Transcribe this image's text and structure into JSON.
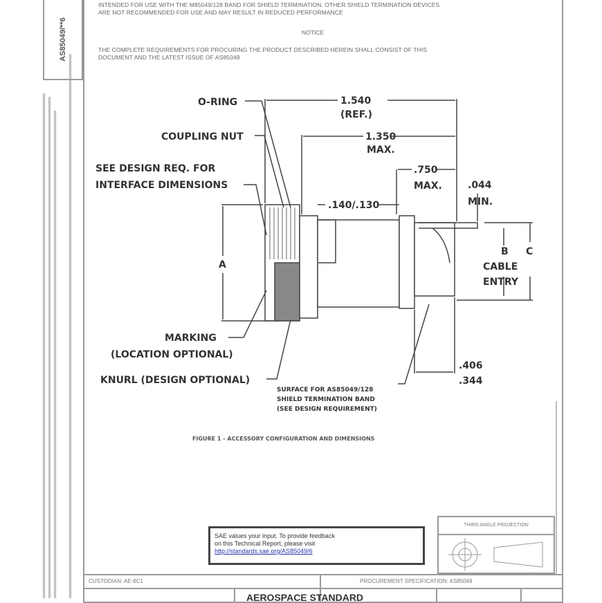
{
  "document_number": "AS85049/**6",
  "intro_lines": [
    "INTENDED FOR USE WITH THE M85049/128 BAND FOR SHIELD TERMINATION. OTHER SHIELD TERMINATION DEVICES",
    "ARE NOT RECOMMENDED FOR USE AND MAY RESULT IN REDUCED PERFORMANCE"
  ],
  "notice_heading": "NOTICE",
  "notice_lines": [
    "THE COMPLETE REQUIREMENTS FOR PROCURING THE PRODUCT DESCRIBED HEREIN SHALL CONSIST OF THIS",
    "DOCUMENT AND THE LATEST ISSUE OF AS85049"
  ],
  "drawing": {
    "labels": {
      "o_ring": "O-RING",
      "coupling_nut": "COUPLING NUT",
      "see_design_1": "SEE DESIGN REQ. FOR",
      "see_design_2": "INTERFACE DIMENSIONS",
      "marking_1": "MARKING",
      "marking_2": "(LOCATION OPTIONAL)",
      "knurl": "KNURL (DESIGN OPTIONAL)",
      "a": "A",
      "b": "B",
      "c": "C",
      "cable_1": "CABLE",
      "cable_2": "ENTRY",
      "surface_1": "SURFACE FOR AS85049/128",
      "surface_2": "SHIELD TERMINATION BAND",
      "surface_3": "(SEE DESIGN REQUIREMENT)"
    },
    "dimensions": {
      "d1540": "1.540",
      "d1540_note": "(REF.)",
      "d1350": "1.350",
      "d1350_note": "MAX.",
      "d750": ".750",
      "d750_note": "MAX.",
      "d044": ".044",
      "d044_note": "MIN.",
      "d140": ".140/.130",
      "d406": ".406",
      "d344": ".344"
    },
    "caption": "FIGURE 1 - ACCESSORY CONFIGURATION AND DIMENSIONS"
  },
  "feedback": {
    "line1": "SAE values your input. To provide feedback",
    "line2": "on this Technical Report, please visit",
    "link": "http://standards.sae.org/AS85049/6"
  },
  "projection_title": "THIRD ANGLE PROJECTION",
  "title_block": {
    "custodian": "CUSTODIAN: AE-8C1",
    "procurement": "PROCUREMENT SPECIFICATION: AS85049",
    "heading": "AEROSPACE STANDARD"
  }
}
